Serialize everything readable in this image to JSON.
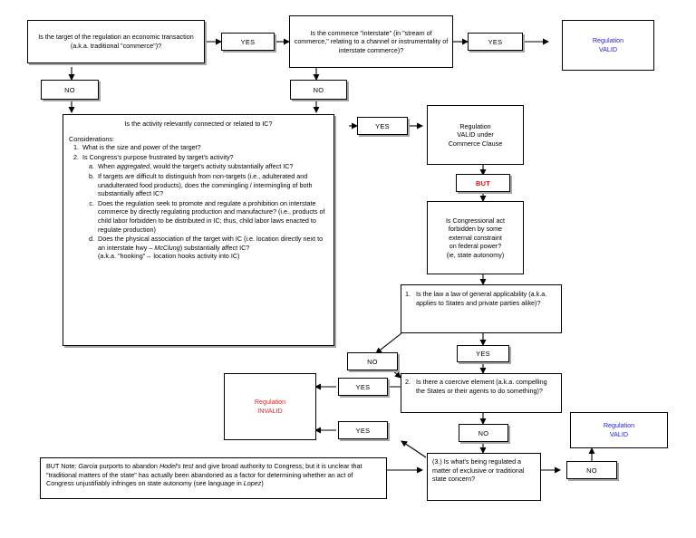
{
  "diagram": {
    "title": "Commerce Clause analysis flowchart",
    "colors": {
      "valid": "#2222ee",
      "invalid": "#ee2222",
      "but": "#ff0000",
      "line": "#000000",
      "shadow": "#a6a6a6",
      "background": "#ffffff"
    }
  },
  "nodes": {
    "q1_economic": "Is the target of the regulation an economic transaction (a.k.a. traditional \"commerce\")?",
    "q2_interstate": "Is the commerce \"interstate\" (in \"stream of commerce,\" relating to a channel or instrumentality of interstate commerce)?",
    "valid_top_line1": "Regulation",
    "valid_top_line2": "VALID",
    "q3_title": "Is the activity relevantly connected or related to IC?",
    "q3_considerations_label": "Considerations:",
    "q3_item1": "What is the size and power of the target?",
    "q3_item2": "Is Congress's purpose frustrated by target's activity?",
    "q3_item2a_pre": "When ",
    "q3_item2a_em": "aggregated",
    "q3_item2a_post": ", would the target's activity substantially affect IC?",
    "q3_item2b": "If targets are difficult to distinguish from non-targets (i.e., adulterated and unadulterated food products), does the commingling / intermingling of both substantially affect IC?",
    "q3_item2c": "Does the regulation seek to promote and regulate a prohibition on interstate commerce by directly regulating production and manufacture? (i.e., products of child labor forbidden to be distributed in IC; thus, child labor laws enacted to regulate production)",
    "q3_item2d_pre": "Does the physical association of the target with IC (i.e. location directly next to an interstate hwy – ",
    "q3_item2d_em": "McClung",
    "q3_item2d_post": ") substantially affect IC?",
    "q3_item2d_aka": "(a.k.a. \"hooking\"→ location hooks activity into IC)",
    "valid_cc_line1": "Regulation",
    "valid_cc_line2": "VALID under",
    "valid_cc_line3": "Commerce Clause",
    "q4_congressional_line1": "Is Congressional act",
    "q4_congressional_line2": "forbidden by some",
    "q4_congressional_line3": "external constraint",
    "q4_congressional_line4": "on federal power?",
    "q4_congressional_line5": "(ie, state autonomy)",
    "q5_num": "1.",
    "q5_text": "Is the law a law of general applicability (a.k.a. applies to States and private parties alike)?",
    "q6_num": "2.",
    "q6_text": "Is there a coercive element (a.k.a. compelling the States or their agents to do something)?",
    "invalid_line1": "Regulation",
    "invalid_line2": "INVALID",
    "q7_text": "(3.)  Is what's being regulated a matter of exclusive or traditional state concern?",
    "valid_bottom_line1": "Regulation",
    "valid_bottom_line2": "VALID",
    "but_note_pre": "BUT Note: ",
    "but_note_em1": "Garcia",
    "but_note_mid1": " purports to abandon ",
    "but_note_em2": "Hodel's test",
    "but_note_mid2": " and give broad authority to Congress; but it is unclear that \"traditional matters of the state\" has actually been abandoned as a factor for determining whether an act of Congress unjustifiably infringes on state autonomy (see language in ",
    "but_note_em3": "Lopez",
    "but_note_post": ")"
  },
  "connectors": {
    "yes_1": "YES",
    "no_1": "NO",
    "yes_2": "YES",
    "no_2": "NO",
    "yes_3": "YES",
    "but": "BUT",
    "no_general": "NO",
    "yes_general": "YES",
    "yes_coercive": "YES",
    "no_coercive": "NO",
    "yes_state": "YES",
    "no_state": "NO"
  }
}
